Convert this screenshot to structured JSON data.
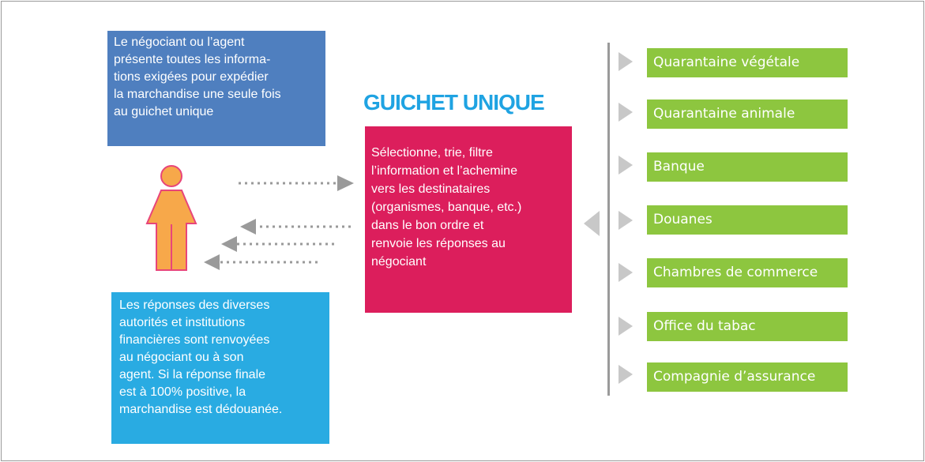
{
  "title": "GUICHET UNIQUE",
  "trader_box": {
    "lines": [
      "Le négociant ou l’agent",
      "présente toutes les informa-",
      "tions exigées pour expédier",
      "la marchandise une seule fois",
      "au guichet unique"
    ]
  },
  "center_box": {
    "lines": [
      "Sélectionne, trie, filtre",
      "l’information et l’achemine",
      "vers les destinataires",
      "(organismes, banque, etc.)",
      "dans le bon ordre et",
      "renvoie les réponses au",
      "négociant"
    ]
  },
  "response_box": {
    "lines": [
      "Les réponses des diverses",
      "autorités et institutions",
      "financières sont renvoyées",
      "au négociant ou à son",
      "agent. Si la réponse finale",
      "est à 100% positive, la",
      "marchandise est dédouanée."
    ]
  },
  "destinations": [
    "Quarantaine végétale",
    "Quarantaine animale",
    "Banque",
    "Douanes",
    "Chambres de commerce",
    "Office du tabac",
    "Compagnie d’assurance"
  ],
  "colors": {
    "trader_box": "#4f7fbf",
    "center_box": "#dc1e5c",
    "response_box": "#29abe2",
    "destination": "#8dc63f",
    "title": "#1fa3e2",
    "arrow": "#9a9a9a",
    "person_fill": "#f7a84a",
    "person_stroke": "#e8457a"
  },
  "icons": {
    "person": "person-icon",
    "arrow_right": "arrow-right-icon",
    "arrow_left": "arrow-left-icon",
    "triangle": "triangle-pointer-icon"
  }
}
